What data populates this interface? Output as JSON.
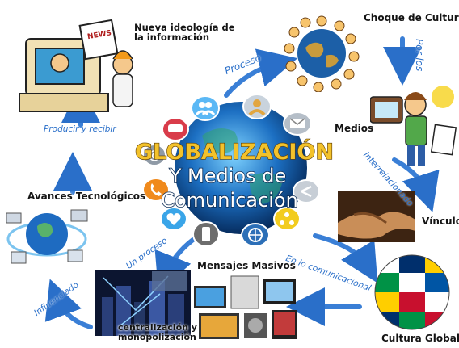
{
  "title": {
    "line1": "GLOBALIZACIÓN",
    "line2": "Y Medios de",
    "line3": "Comunicación"
  },
  "nodes": {
    "nueva_ideologia": "Nueva ideología de la información",
    "choque_culturas": "Choque de Culturas",
    "medios": "Medios",
    "vinculo": "Vínculo",
    "cultura_global": "Cultura Global",
    "mensajes_masivos": "Mensajes Masivos",
    "centralizacion": "centralización y monopolización",
    "avances": "Avances Tecnológicos"
  },
  "links": {
    "proceso": "Proceso",
    "por_los": "Por los",
    "interrelacionado": "interrelacionado",
    "en_lo_comunicacional": "En lo comunicacional",
    "un_proceso": "Un proceso",
    "influenciado": "Influenciado",
    "producir_recibir": "Producir y recibir"
  },
  "icons": [
    "people-icon",
    "person-icon",
    "mail-icon",
    "chat-icon",
    "at-icon",
    "phone-icon",
    "heart-icon",
    "mobile-icon",
    "globe-icon",
    "network-icon",
    "share-icon"
  ],
  "colors": {
    "accent_blue": "#2a6fc9",
    "title_gold": "#f3c22b",
    "globe_dark": "#0a3d7a"
  }
}
